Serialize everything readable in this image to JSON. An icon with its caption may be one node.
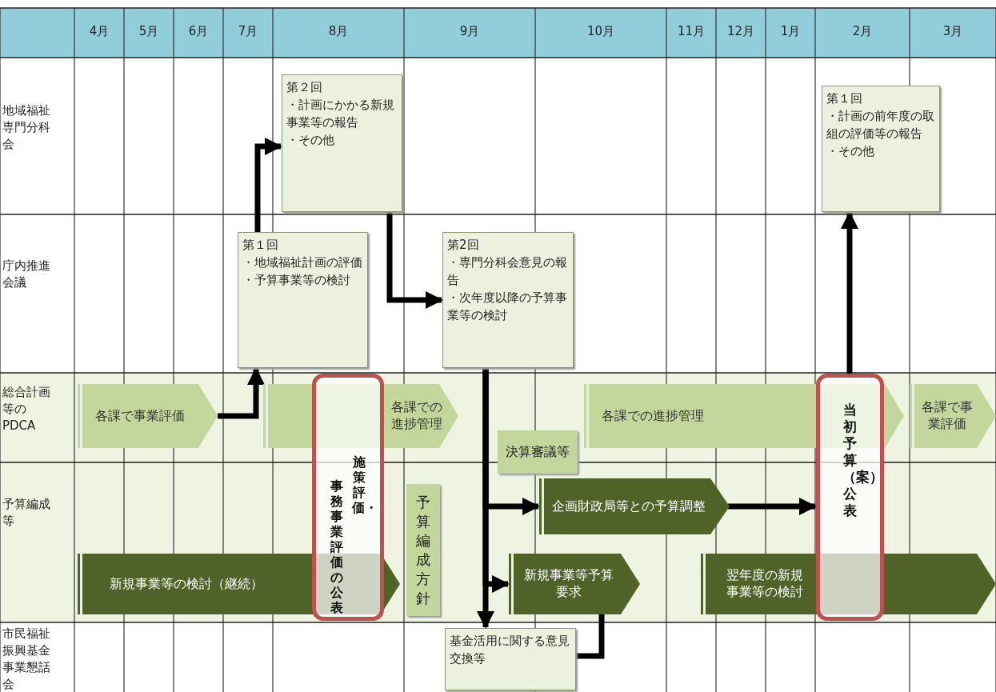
{
  "diagram": {
    "nodes": [
      {
        "text": [
          "第２回",
          "・計画にかかる新規事業等の報告",
          "・その他"
        ]
      },
      {
        "text": [
          "第１回",
          "・計画の前年度の取組の評価等の報告",
          "・その他"
        ]
      },
      {
        "text": [
          "第１回",
          "・地域福祉計画の評価",
          "・予算事業等の検討"
        ]
      },
      {
        "text": [
          "第2回",
          "・専門分科会意見の報告",
          "・次年度以降の予算事業等の検討"
        ]
      },
      {
        "text": [
          "各課で事業評価"
        ]
      },
      {
        "text": [
          "各課での進捗管理"
        ]
      },
      {
        "text": [
          "施策評価・",
          "事務事業評価の公表"
        ]
      },
      {
        "text": [
          "決算審議等"
        ]
      },
      {
        "text": [
          "各課での進捗管理"
        ]
      },
      {
        "text": [
          "当初予算（案）公表"
        ]
      },
      {
        "text": [
          "各課で事業評価"
        ]
      },
      {
        "text": [
          "予算編成方針"
        ]
      },
      {
        "text": [
          "企画財政局等との予算調整"
        ]
      },
      {
        "text": [
          "新規事業等の検討（継続）"
        ]
      },
      {
        "text": [
          "新規事業等予算要求"
        ]
      },
      {
        "text": [
          "翌年度の新規事業等の検討"
        ]
      },
      {
        "text": [
          "基金活用に関する意見交換等"
        ]
      }
    ],
    "edges": [
      {
        "from": 4,
        "to": 2,
        "arrow": "to"
      },
      {
        "from": 2,
        "to": 0,
        "arrow": "to"
      },
      {
        "from": 0,
        "to": 3,
        "arrow": "to"
      },
      {
        "from": 3,
        "to": 16,
        "arrow": "to"
      },
      {
        "from": 3,
        "to": 14,
        "arrow": "to"
      },
      {
        "from": 3,
        "to": 12,
        "arrow": "to"
      },
      {
        "from": 14,
        "to": 16,
        "arrow": "none"
      },
      {
        "from": 12,
        "to": 9,
        "arrow": "to"
      },
      {
        "from": 9,
        "to": 1,
        "arrow": "to"
      }
    ],
    "labels": [
      "4月",
      "5月",
      "6月",
      "7月",
      "8月",
      "9月",
      "10月",
      "11月",
      "12月",
      "1月",
      "2月",
      "3月",
      "地域福祉専門分科会",
      "庁内推進会議",
      "総合計画等のPDCA",
      "予算編成等",
      "市民福祉振興基金事業懇話会"
    ]
  }
}
